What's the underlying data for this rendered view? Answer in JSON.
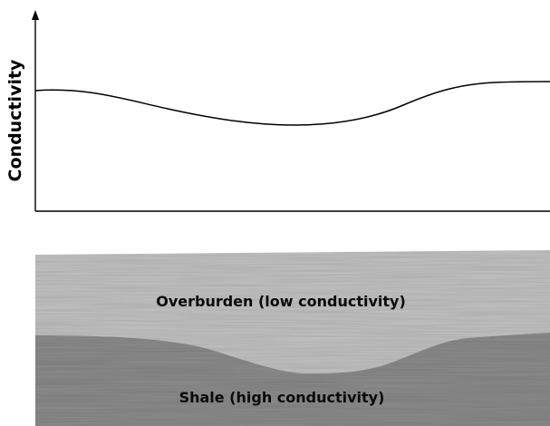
{
  "plot": {
    "ylabel": "Conductivity",
    "colors": {
      "axis": "#000000",
      "curve": "#000000"
    }
  },
  "cross_section": {
    "layers": [
      {
        "id": "overburden",
        "label": "Overburden (low conductivity)",
        "color": "#c4c4c4"
      },
      {
        "id": "shale",
        "label": "Shale (high conductivity)",
        "color": "#8d8d8d"
      }
    ]
  }
}
